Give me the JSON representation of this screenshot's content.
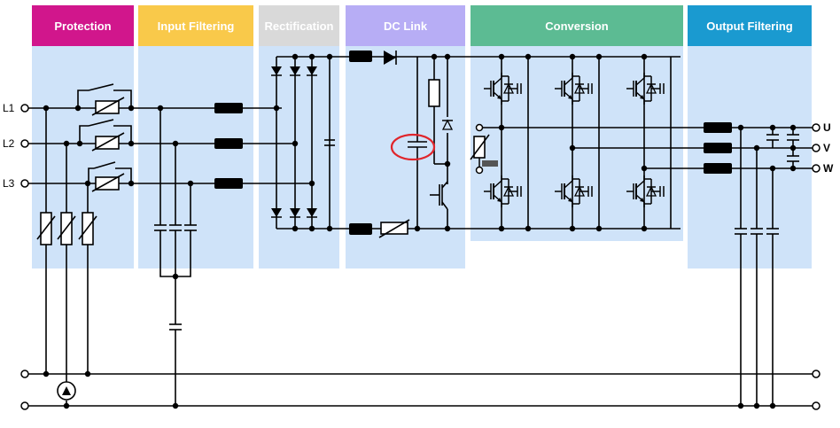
{
  "sections": {
    "protection": {
      "label": "Protection",
      "color": "#d1168c"
    },
    "input_filtering": {
      "label": "Input Filtering",
      "color": "#f9c94a"
    },
    "rectification": {
      "label": "Rectification",
      "color": "#d9d9d9"
    },
    "dc_link": {
      "label": "DC Link",
      "color": "#b7adf5"
    },
    "conversion": {
      "label": "Conversion",
      "color": "#5cbb93"
    },
    "output_filtering": {
      "label": "Output Filtering",
      "color": "#1a9ad0"
    }
  },
  "inputs": {
    "l1": "L1",
    "l2": "L2",
    "l3": "L3"
  },
  "outputs": {
    "u": "U",
    "v": "V",
    "w": "W"
  },
  "colors": {
    "panel": "#cfe3f9",
    "highlight": "#e0252b",
    "wire": "#000000"
  }
}
